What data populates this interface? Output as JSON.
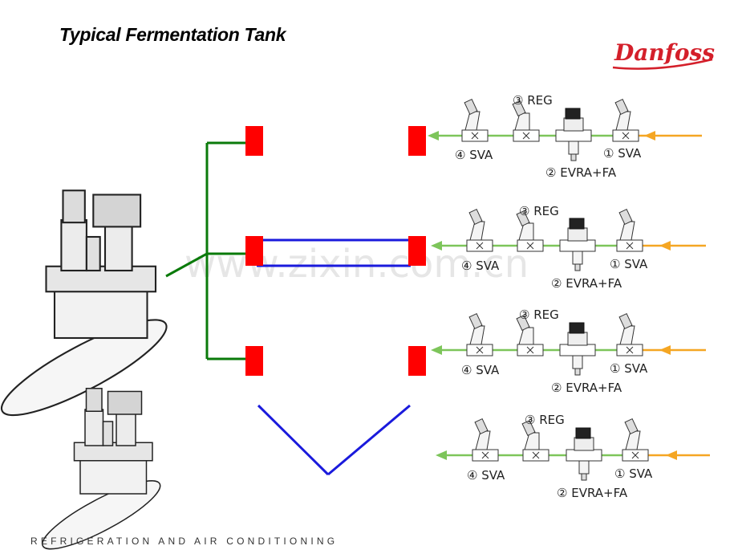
{
  "title": "Typical Fermentation Tank",
  "brand": "Danfoss",
  "footer": "REFRIGERATION AND AIR CONDITIONING",
  "watermark": "www.zixin.com.cn",
  "colors": {
    "marker": "#ff0000",
    "connector_green": "#0a7a0a",
    "connector_blue": "#1a1adc",
    "flow_in": "#f5a623",
    "flow_out": "#7dc55a",
    "logo": "#d41f2a"
  },
  "valve_trains": [
    {
      "reg": "③ REG",
      "sva_out": "④ SVA",
      "sva_in": "① SVA",
      "evra": "② EVRA+FA"
    },
    {
      "reg": "③ REG",
      "sva_out": "④ SVA",
      "sva_in": "① SVA",
      "evra": "② EVRA+FA"
    },
    {
      "reg": "③ REG",
      "sva_out": "④ SVA",
      "sva_in": "① SVA",
      "evra": "② EVRA+FA"
    },
    {
      "reg": "③ REG",
      "sva_out": "④ SVA",
      "sva_in": "① SVA",
      "evra": "② EVRA+FA"
    }
  ]
}
